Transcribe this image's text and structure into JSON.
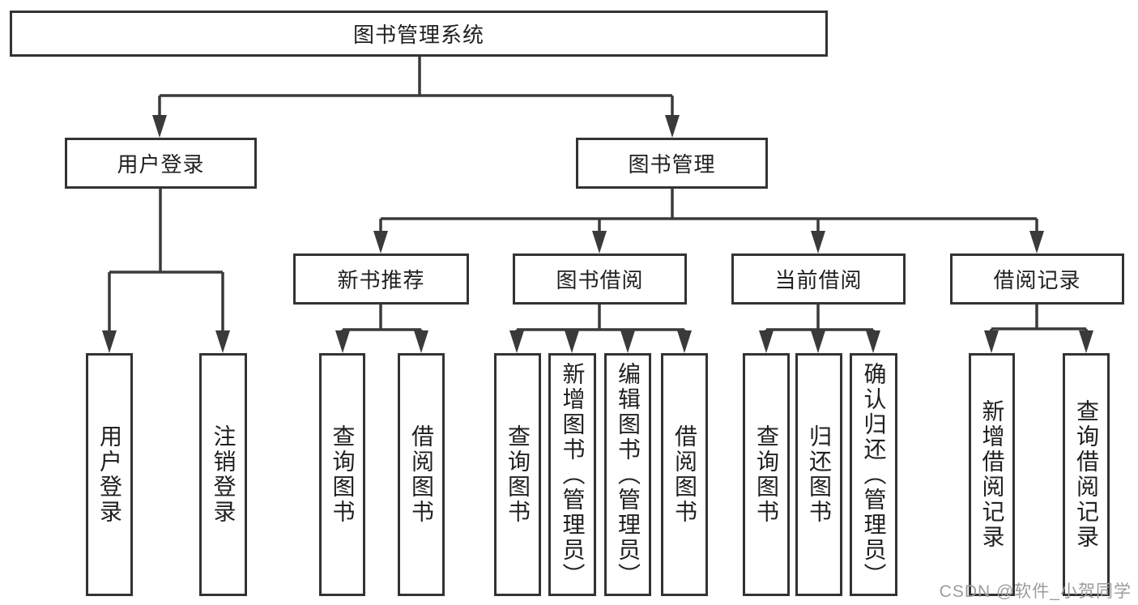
{
  "colors": {
    "line": "#3a3a3a",
    "box_border": "#333333",
    "text": "#1f1f1f",
    "watermark": "#9c9c9c",
    "background": "#ffffff"
  },
  "nodes": [
    {
      "id": "root",
      "label": "图书管理系统"
    },
    {
      "id": "user-login",
      "label": "用户登录"
    },
    {
      "id": "book-management",
      "label": "图书管理"
    },
    {
      "id": "new-book-recommend",
      "label": "新书推荐"
    },
    {
      "id": "book-borrowing",
      "label": "图书借阅"
    },
    {
      "id": "current-borrowing",
      "label": "当前借阅"
    },
    {
      "id": "borrowing-records",
      "label": "借阅记录"
    },
    {
      "id": "leaf-user-login",
      "label": "用户登录"
    },
    {
      "id": "leaf-logout",
      "label": "注销登录"
    },
    {
      "id": "leaf-query-books-1",
      "label": "查询图书"
    },
    {
      "id": "leaf-borrow-books-1",
      "label": "借阅图书"
    },
    {
      "id": "leaf-query-books-2",
      "label": "查询图书"
    },
    {
      "id": "leaf-add-books-admin",
      "label": "新增图书（管理员）"
    },
    {
      "id": "leaf-edit-books-admin",
      "label": "编辑图书（管理员）"
    },
    {
      "id": "leaf-borrow-books-2",
      "label": "借阅图书"
    },
    {
      "id": "leaf-query-books-3",
      "label": "查询图书"
    },
    {
      "id": "leaf-return-books",
      "label": "归还图书"
    },
    {
      "id": "leaf-confirm-return-admin",
      "label": "确认归还（管理员）"
    },
    {
      "id": "leaf-add-borrow-record",
      "label": "新增借阅记录"
    },
    {
      "id": "leaf-query-borrow-record",
      "label": "查询借阅记录"
    }
  ],
  "edges": [
    {
      "from": "root",
      "to": "user-login"
    },
    {
      "from": "root",
      "to": "book-management"
    },
    {
      "from": "user-login",
      "to": "leaf-user-login"
    },
    {
      "from": "user-login",
      "to": "leaf-logout"
    },
    {
      "from": "book-management",
      "to": "new-book-recommend"
    },
    {
      "from": "book-management",
      "to": "book-borrowing"
    },
    {
      "from": "book-management",
      "to": "current-borrowing"
    },
    {
      "from": "book-management",
      "to": "borrowing-records"
    },
    {
      "from": "new-book-recommend",
      "to": "leaf-query-books-1"
    },
    {
      "from": "new-book-recommend",
      "to": "leaf-borrow-books-1"
    },
    {
      "from": "book-borrowing",
      "to": "leaf-query-books-2"
    },
    {
      "from": "book-borrowing",
      "to": "leaf-add-books-admin"
    },
    {
      "from": "book-borrowing",
      "to": "leaf-edit-books-admin"
    },
    {
      "from": "book-borrowing",
      "to": "leaf-borrow-books-2"
    },
    {
      "from": "current-borrowing",
      "to": "leaf-query-books-3"
    },
    {
      "from": "current-borrowing",
      "to": "leaf-return-books"
    },
    {
      "from": "current-borrowing",
      "to": "leaf-confirm-return-admin"
    },
    {
      "from": "borrowing-records",
      "to": "leaf-add-borrow-record"
    },
    {
      "from": "borrowing-records",
      "to": "leaf-query-borrow-record"
    }
  ],
  "watermark": {
    "text": "CSDN @软件_小贺同学"
  }
}
